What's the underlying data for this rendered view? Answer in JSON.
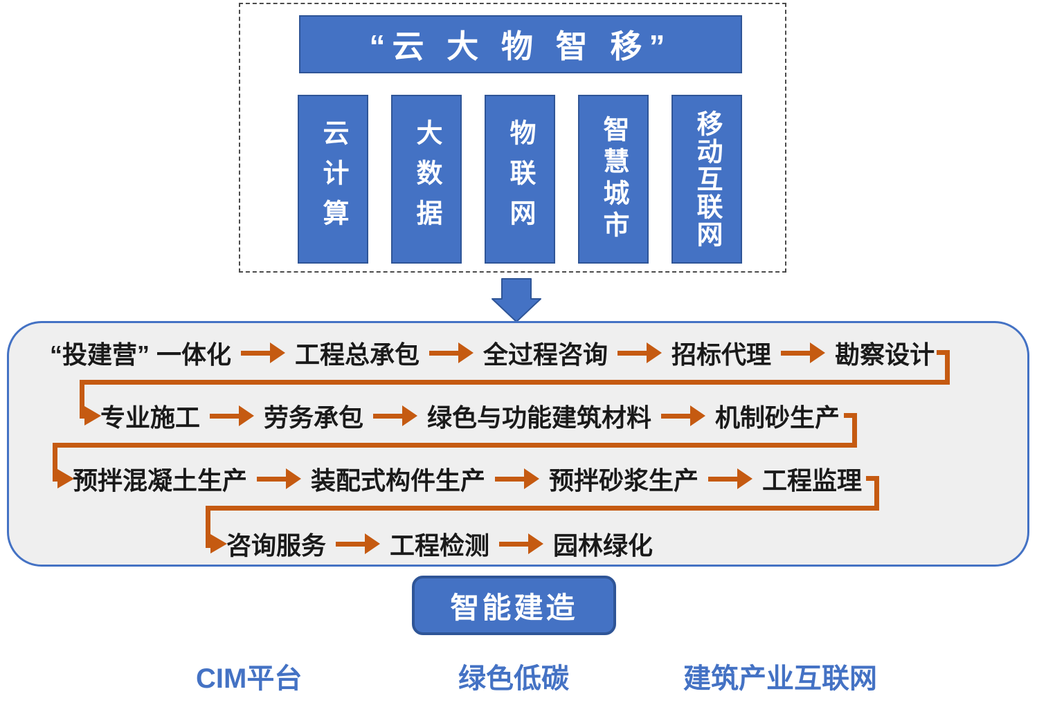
{
  "top_group": {
    "title": "“云 大 物 智 移”",
    "pillars": [
      "云计算",
      "大数据",
      "物联网",
      "智慧城市",
      "移动互联网"
    ]
  },
  "flow": {
    "rows": [
      {
        "items": [
          "“投建营” 一体化",
          "工程总承包",
          "全过程咨询",
          "招标代理",
          "勘察设计"
        ]
      },
      {
        "items": [
          "专业施工",
          "劳务承包",
          "绿色与功能建筑材料",
          "机制砂生产"
        ]
      },
      {
        "items": [
          "预拌混凝土生产",
          "装配式构件生产",
          "预拌砂浆生产",
          "工程监理"
        ]
      },
      {
        "items": [
          "咨询服务",
          "工程检测",
          "园林绿化"
        ]
      }
    ]
  },
  "bottom": {
    "smart_construction": "智能建造",
    "footers": [
      "CIM平台",
      "绿色低碳",
      "建筑产业互联网"
    ]
  },
  "colors": {
    "accent_blue": "#4472C4",
    "dark_blue_border": "#2F5597",
    "arrow_orange": "#C55A11",
    "panel_background": "#EFEFEF",
    "flow_text": "#1A1A1A",
    "footer_text": "#4472C4"
  }
}
